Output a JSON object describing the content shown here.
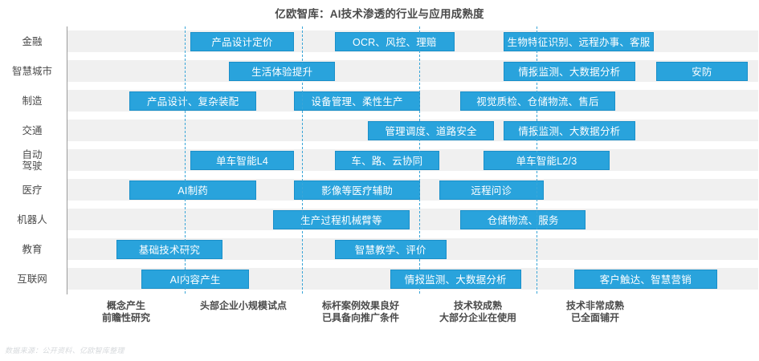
{
  "title": "亿欧智库：AI技术渗透的行业与应用成熟度",
  "footer": "数据来源：公开资料、亿欧智库整理",
  "colors": {
    "bar_fill": "#29a3dc",
    "bar_border": "#1a8fc9",
    "row_band": "#f0f0f0",
    "axis": "#9a9a9a",
    "divider": "#3aa6d8",
    "text": "#4a4a4a"
  },
  "chart_data": {
    "type": "bar",
    "title": "亿欧智库：AI技术渗透的行业与应用成熟度",
    "xlabel": "",
    "ylabel": "",
    "grid": false,
    "legend": "none",
    "xlim": [
      0,
      5
    ],
    "stages": [
      {
        "id": "stage-1",
        "lines": [
          "概念产生",
          "前瞻性研究"
        ],
        "center": 0.5
      },
      {
        "id": "stage-2",
        "lines": [
          "头部企业小规模试点"
        ],
        "center": 1.5
      },
      {
        "id": "stage-3",
        "lines": [
          "标杆案例效果良好",
          "已具备向推广条件"
        ],
        "center": 2.5
      },
      {
        "id": "stage-4",
        "lines": [
          "技术较成熟",
          "大部分企业在使用"
        ],
        "center": 3.5
      },
      {
        "id": "stage-5",
        "lines": [
          "技术非常成熟",
          "已全面铺开"
        ],
        "center": 4.5
      }
    ],
    "dividers": [
      1,
      2,
      3,
      4
    ],
    "categories": [
      "金融",
      "智慧城市",
      "制造",
      "交通",
      "自动驾驶",
      "医疗",
      "机器人",
      "教育",
      "互联网"
    ],
    "rows": [
      {
        "category": "金融",
        "label_lines": [
          "金融"
        ],
        "bars": [
          {
            "label": "产品设计定价",
            "start": 1.05,
            "end": 1.93
          },
          {
            "label": "OCR、风控、理赔",
            "start": 2.28,
            "end": 3.3
          },
          {
            "label": "生物特征识别、远程办事、客服",
            "start": 3.72,
            "end": 5.0
          }
        ]
      },
      {
        "category": "智慧城市",
        "label_lines": [
          "智慧城市"
        ],
        "bars": [
          {
            "label": "生活体验提升",
            "start": 1.38,
            "end": 2.28
          },
          {
            "label": "情报监测、大数据分析",
            "start": 3.72,
            "end": 4.84
          },
          {
            "label": "安防",
            "start": 5.02,
            "end": 5.8
          }
        ]
      },
      {
        "category": "制造",
        "label_lines": [
          "制造"
        ],
        "bars": [
          {
            "label": "产品设计、复杂装配",
            "start": 0.53,
            "end": 1.61
          },
          {
            "label": "设备管理、柔性生产",
            "start": 1.93,
            "end": 3.01
          },
          {
            "label": "视觉质检、仓储物流、售后",
            "start": 3.35,
            "end": 4.67
          }
        ]
      },
      {
        "category": "交通",
        "label_lines": [
          "交通"
        ],
        "bars": [
          {
            "label": "管理调度、道路安全",
            "start": 2.56,
            "end": 3.64
          },
          {
            "label": "情报监测、大数据分析",
            "start": 3.72,
            "end": 4.84
          }
        ]
      },
      {
        "category": "自动驾驶",
        "label_lines": [
          "自动",
          "驾驶"
        ],
        "bars": [
          {
            "label": "单车智能L4",
            "start": 1.05,
            "end": 1.93
          },
          {
            "label": "车、路、云协同",
            "start": 2.28,
            "end": 3.17
          },
          {
            "label": "单车智能L2/3",
            "start": 3.55,
            "end": 4.62
          }
        ]
      },
      {
        "category": "医疗",
        "label_lines": [
          "医疗"
        ],
        "bars": [
          {
            "label": "AI制药",
            "start": 0.53,
            "end": 1.61
          },
          {
            "label": "影像等医疗辅助",
            "start": 1.93,
            "end": 3.01
          },
          {
            "label": "远程问诊",
            "start": 3.17,
            "end": 4.06
          }
        ]
      },
      {
        "category": "机器人",
        "label_lines": [
          "机器人"
        ],
        "bars": [
          {
            "label": "生产过程机械臂等",
            "start": 1.75,
            "end": 2.92
          },
          {
            "label": "仓储物流、服务",
            "start": 3.35,
            "end": 4.42
          }
        ]
      },
      {
        "category": "教育",
        "label_lines": [
          "教育"
        ],
        "bars": [
          {
            "label": "基础技术研究",
            "start": 0.42,
            "end": 1.32
          },
          {
            "label": "智慧教学、评价",
            "start": 2.28,
            "end": 3.23
          }
        ]
      },
      {
        "category": "互联网",
        "label_lines": [
          "互联网"
        ],
        "bars": [
          {
            "label": "AI内容产生",
            "start": 0.63,
            "end": 1.55
          },
          {
            "label": "情报监测、大数据分析",
            "start": 2.75,
            "end": 3.87
          },
          {
            "label": "客户触达、智慧营销",
            "start": 4.32,
            "end": 5.54
          }
        ]
      }
    ]
  }
}
